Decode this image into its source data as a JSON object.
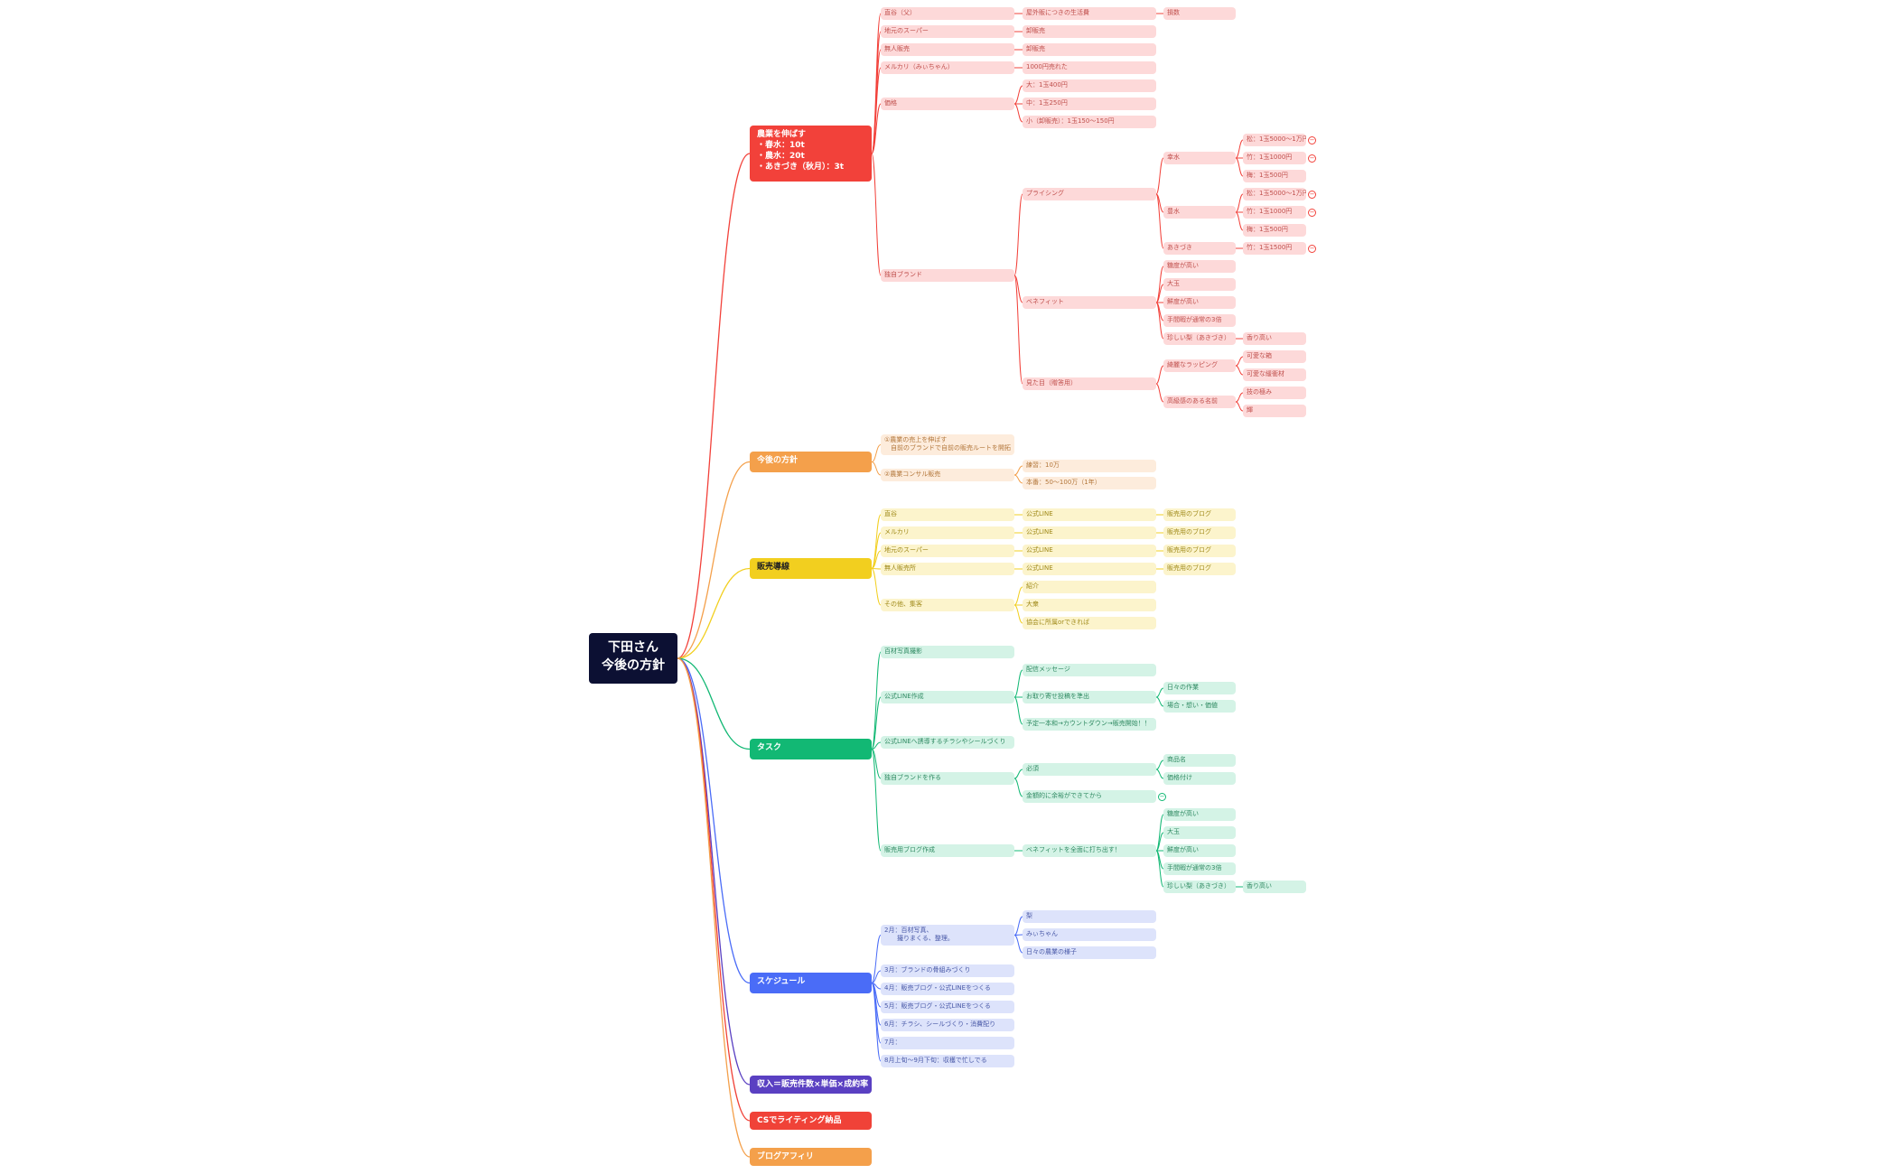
{
  "root": {
    "title": "下田さん\n今後の方針"
  },
  "colors": {
    "red": "#f2413a",
    "orange": "#f4a04b",
    "yellow": "#f2cf1f",
    "green": "#12b874",
    "blue": "#4a6cf7",
    "indigo": "#5a40c2",
    "red2": "#f04238",
    "orange2": "#f4a04b",
    "red_light": "#fdd9d9",
    "orange_light": "#fdecdc",
    "yellow_light": "#fcf4cc",
    "green_light": "#d4f3e6",
    "blue_light": "#dde3fb"
  },
  "branches": [
    {
      "id": "b1",
      "label": "農業を伸ばす\n・春水：10t\n・農水：20t\n・あきづき（秋月）：3t",
      "color": "red",
      "children": [
        {
          "label": "直谷（父）",
          "children": [
            {
              "label": "屋外販につきの生活費",
              "children": [
                {
                  "label": "損数"
                }
              ]
            }
          ]
        },
        {
          "label": "地元のスーパー",
          "children": [
            {
              "label": "卸販売"
            }
          ]
        },
        {
          "label": "無人販売",
          "children": [
            {
              "label": "卸販売"
            }
          ]
        },
        {
          "label": "メルカリ（みぃちゃん）",
          "children": [
            {
              "label": "1000円売れた"
            }
          ]
        },
        {
          "label": "価格",
          "children": [
            {
              "label": "大：1玉400円"
            },
            {
              "label": "中：1玉250円"
            },
            {
              "label": "小（卸販売）：1玉150〜150円"
            }
          ]
        },
        {
          "label": "独自ブランド",
          "children": [
            {
              "label": "プライシング",
              "children": [
                {
                  "label": "幸水",
                  "children": [
                    {
                      "label": "松：1玉5000〜1万円",
                      "plus": true
                    },
                    {
                      "label": "竹：1玉1000円",
                      "plus": true
                    },
                    {
                      "label": "梅：1玉500円"
                    }
                  ]
                },
                {
                  "label": "豊水",
                  "children": [
                    {
                      "label": "松：1玉5000〜1万円",
                      "plus": true
                    },
                    {
                      "label": "竹：1玉1000円",
                      "plus": true
                    },
                    {
                      "label": "梅：1玉500円"
                    }
                  ]
                },
                {
                  "label": "あきづき",
                  "children": [
                    {
                      "label": "竹：1玉1500円",
                      "plus": true
                    }
                  ]
                }
              ]
            },
            {
              "label": "ベネフィット",
              "children": [
                {
                  "label": "糖度が高い"
                },
                {
                  "label": "大玉"
                },
                {
                  "label": "鮮度が高い"
                },
                {
                  "label": "手間暇が通常の3倍"
                },
                {
                  "label": "珍しい梨（あきづき）",
                  "children": [
                    {
                      "label": "香り高い"
                    }
                  ]
                }
              ]
            },
            {
              "label": "見た目（贈答用）",
              "children": [
                {
                  "label": "綺麗なラッピング",
                  "children": [
                    {
                      "label": "可愛な箱"
                    },
                    {
                      "label": "可愛な緩衝材"
                    }
                  ]
                },
                {
                  "label": "高級感のある名前",
                  "children": [
                    {
                      "label": "技の極み"
                    },
                    {
                      "label": "輝"
                    }
                  ]
                }
              ]
            }
          ]
        }
      ]
    },
    {
      "id": "b2",
      "label": "今後の方針",
      "color": "orange",
      "children": [
        {
          "label": "①農業の売上を伸ばす\n　自前のブランドで自前の販売ルートを開拓"
        },
        {
          "label": "②農業コンサル販売",
          "children": [
            {
              "label": "練習：10万"
            },
            {
              "label": "本番：50〜100万（1年）"
            }
          ]
        }
      ]
    },
    {
      "id": "b3",
      "label": "販売導線",
      "color": "yellow",
      "dark": true,
      "children": [
        {
          "label": "直谷",
          "children": [
            {
              "label": "公式LINE",
              "children": [
                {
                  "label": "販売用のブログ"
                }
              ]
            }
          ]
        },
        {
          "label": "メルカリ",
          "children": [
            {
              "label": "公式LINE",
              "children": [
                {
                  "label": "販売用のブログ"
                }
              ]
            }
          ]
        },
        {
          "label": "地元のスーパー",
          "children": [
            {
              "label": "公式LINE",
              "children": [
                {
                  "label": "販売用のブログ"
                }
              ]
            }
          ]
        },
        {
          "label": "無人販売所",
          "children": [
            {
              "label": "公式LINE",
              "children": [
                {
                  "label": "販売用のブログ"
                }
              ]
            }
          ]
        },
        {
          "label": "その他、集客",
          "children": [
            {
              "label": "紹介"
            },
            {
              "label": "大衆"
            },
            {
              "label": "協会に所属orできれば"
            }
          ]
        }
      ]
    },
    {
      "id": "b4",
      "label": "タスク",
      "color": "green",
      "children": [
        {
          "label": "百材写真撮影"
        },
        {
          "label": "公式LINE作成",
          "children": [
            {
              "label": "配信メッセージ"
            },
            {
              "label": "お取り寄せ投稿を準出",
              "children": [
                {
                  "label": "日々の作業"
                },
                {
                  "label": "場合・想い・価値"
                }
              ]
            },
            {
              "label": "予定一本和→カウントダウン→販売開始！！"
            }
          ]
        },
        {
          "label": "公式LINEへ誘導するチラシやシールづくり"
        },
        {
          "label": "独自ブランドを作る",
          "children": [
            {
              "label": "必須",
              "children": [
                {
                  "label": "商品名"
                },
                {
                  "label": "価格付け"
                }
              ]
            },
            {
              "label": "金額的に余裕ができてから",
              "plus": true
            }
          ]
        },
        {
          "label": "販売用ブログ作成",
          "children": [
            {
              "label": "ベネフィットを全面に打ち出す！",
              "children": [
                {
                  "label": "糖度が高い"
                },
                {
                  "label": "大玉"
                },
                {
                  "label": "鮮度が高い"
                },
                {
                  "label": "手間暇が通常の3倍"
                },
                {
                  "label": "珍しい梨（あきづき）",
                  "children": [
                    {
                      "label": "香り高い"
                    }
                  ]
                }
              ]
            }
          ]
        }
      ]
    },
    {
      "id": "b5",
      "label": "スケジュール",
      "color": "blue",
      "children": [
        {
          "label": "2月：百材写真、\n　　撮りまくる、整理。",
          "children": [
            {
              "label": "梨"
            },
            {
              "label": "みぃちゃん"
            },
            {
              "label": "日々の農業の様子"
            }
          ]
        },
        {
          "label": "3月：ブランドの骨組みづくり"
        },
        {
          "label": "4月：販売ブログ・公式LINEをつくる"
        },
        {
          "label": "5月：販売ブログ・公式LINEをつくる"
        },
        {
          "label": "6月：チラシ、シールづくり・消費配り"
        },
        {
          "label": "7月："
        },
        {
          "label": "8月上旬〜9月下旬：収穫で忙しでる"
        }
      ]
    },
    {
      "id": "b6",
      "label": "収入＝販売件数×単価×成約率",
      "color": "indigo"
    },
    {
      "id": "b7",
      "label": "CSでライティング納品",
      "color": "red2"
    },
    {
      "id": "b8",
      "label": "ブログアフィリ",
      "color": "orange2"
    }
  ]
}
